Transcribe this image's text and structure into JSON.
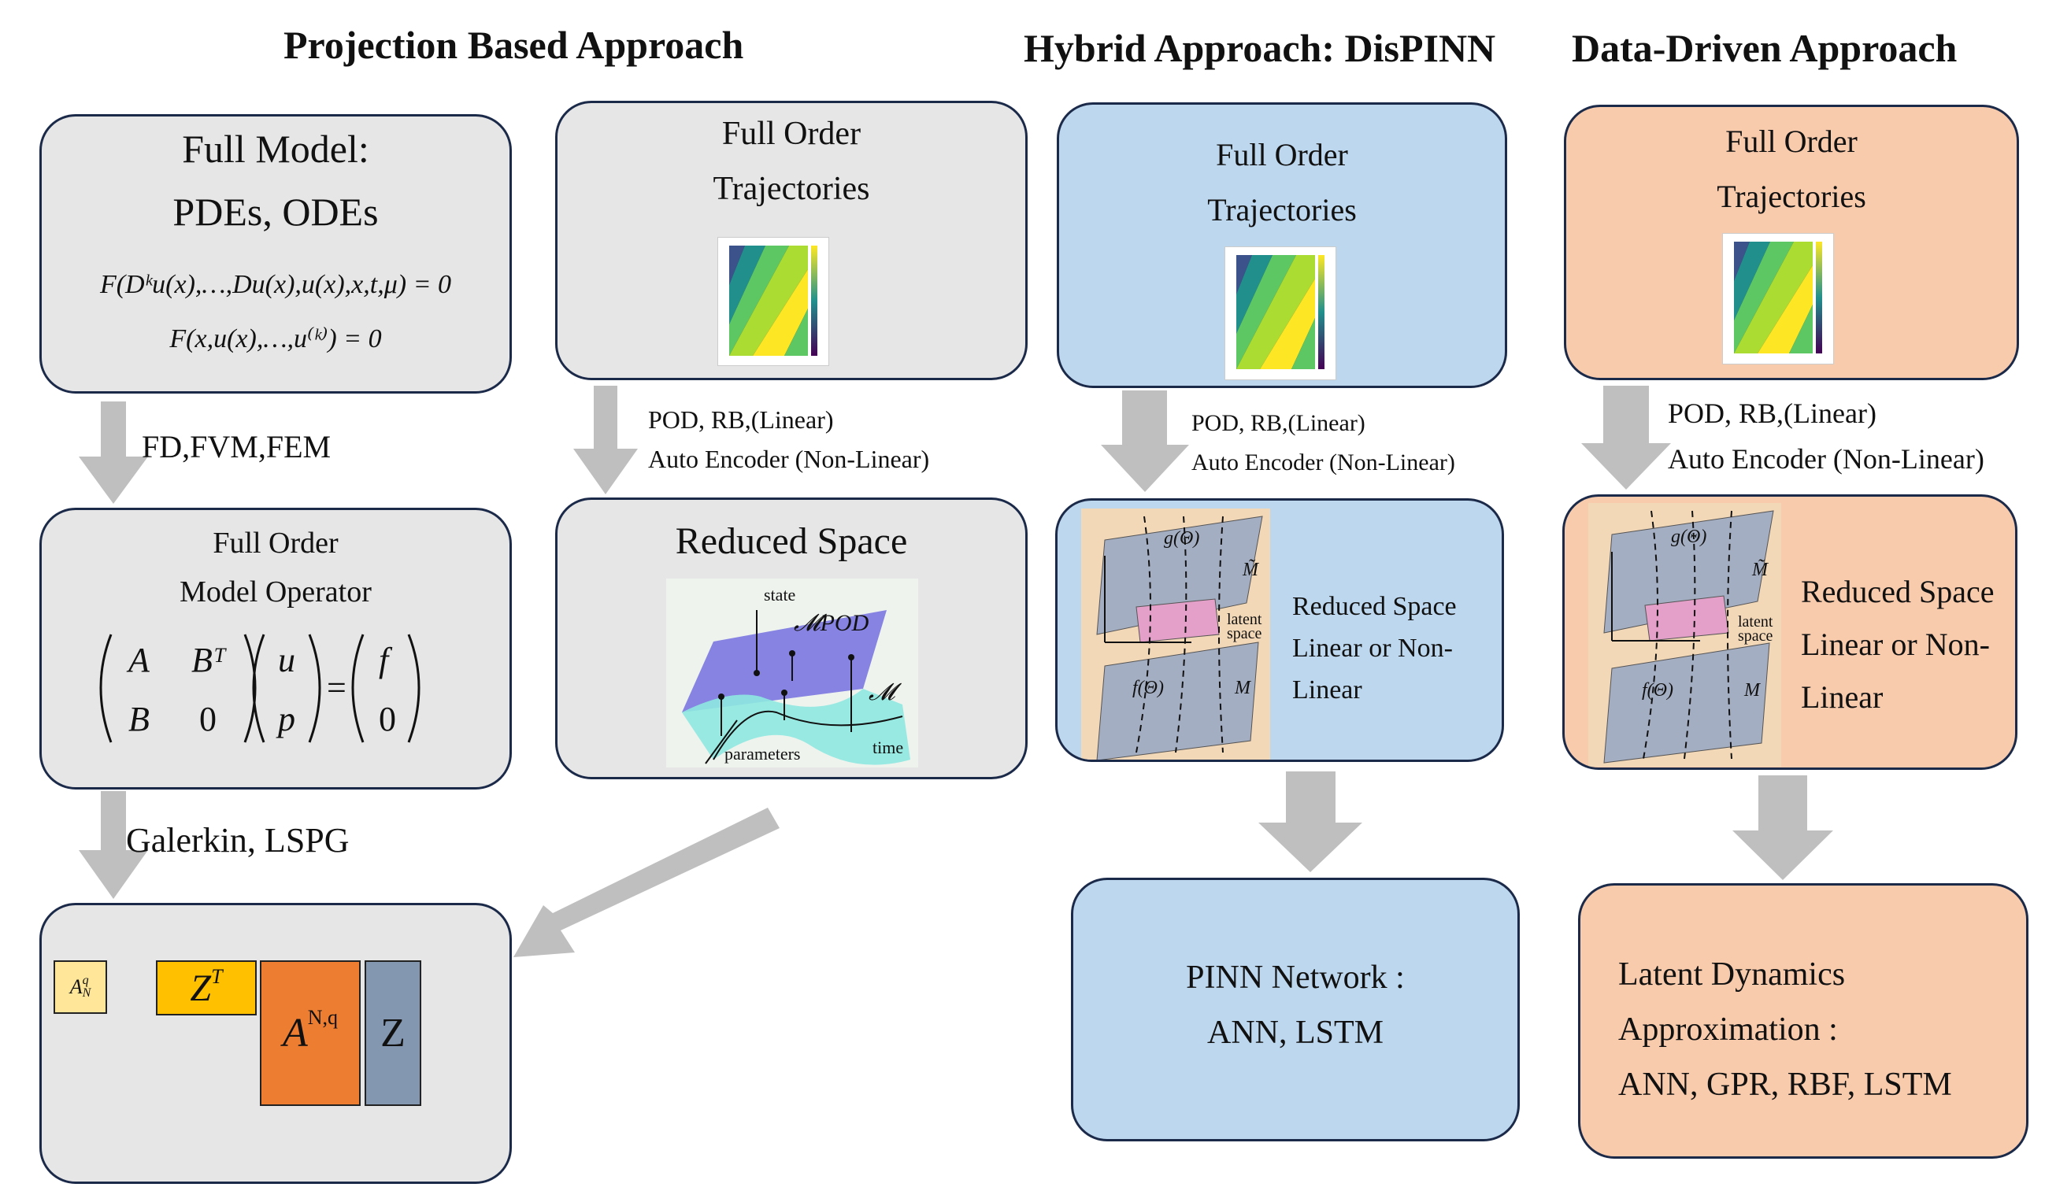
{
  "headers": {
    "projection": "Projection Based Approach",
    "hybrid": "Hybrid Approach: DisPINN",
    "data_driven": "Data-Driven Approach"
  },
  "full_model": {
    "title_line1": "Full Model:",
    "title_line2": "PDEs, ODEs",
    "eq1": "F(Dᵏu(x),…,Du(x),u(x),x,t,μ) = 0",
    "eq2": "F(x,u(x),…,u⁽ᵏ⁾) = 0"
  },
  "arrow_labels": {
    "fd": "FD,FVM,FEM",
    "galerkin": "Galerkin, LSPG",
    "pod_line1": "POD, RB,(Linear)",
    "pod_line2": "Auto Encoder (Non-Linear)"
  },
  "fom_operator": {
    "title_line1": "Full Order",
    "title_line2": "Model Operator",
    "m11": "A",
    "m12": "Bᵀ",
    "m21": "B",
    "m22": "0",
    "v1": "u",
    "v2": "p",
    "eq": "=",
    "r1": "f",
    "r2": "0"
  },
  "trajectories": {
    "line1": "Full Order",
    "line2": "Trajectories",
    "plot_title": "Ground Truth"
  },
  "reduced_proj": {
    "title": "Reduced Space",
    "state": "state",
    "mpod": "𝓜POD",
    "m": "𝓜",
    "parameters": "parameters",
    "time": "time"
  },
  "reduced_manifold": {
    "line1": "Reduced Space",
    "line2": "Linear or Non-",
    "line3": "Linear",
    "g": "g(Θ)",
    "f": "f(Θ)",
    "mtilde": "M̃",
    "m": "M",
    "latent": "latent",
    "space": "space"
  },
  "rom_blocks": {
    "a_nq_small": "A",
    "a_small_sup": "q",
    "a_small_sub": "N",
    "zt": "Z",
    "zt_sup": "T",
    "a_big": "A",
    "a_big_sup": "N,q",
    "z": "Z"
  },
  "pinn": {
    "line1": "PINN Network :",
    "line2": "ANN, LSTM"
  },
  "latent_dyn": {
    "line1": "Latent Dynamics",
    "line2": "Approximation :",
    "line3": "ANN, GPR, RBF, LSTM"
  },
  "colors": {
    "gray_box": "#e6e6e6",
    "blue_box": "#bdd7ee",
    "peach_box": "#f8cbad",
    "arrow": "#bfbfbf",
    "zt_block": "#ffc000",
    "a_block": "#ed7d31",
    "z_block": "#8497b0",
    "a_small_block": "#ffe699"
  }
}
